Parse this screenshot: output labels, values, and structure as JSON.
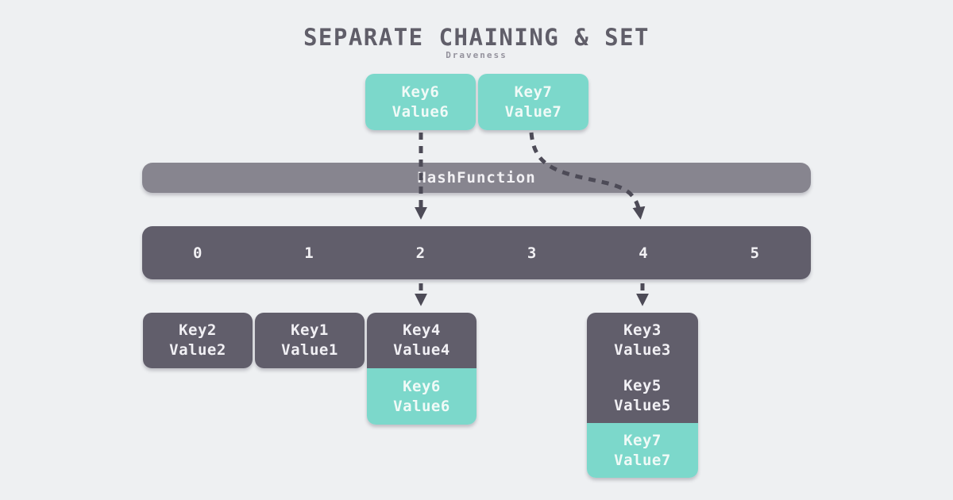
{
  "title": "SEPARATE CHAINING & SET",
  "subtitle": "Draveness",
  "colors": {
    "background": "#EEF0F2",
    "teal_box": "#7CD8CB",
    "dark_box": "#615E6B",
    "hash_bar": "#87858F",
    "arrow": "#4D4B57",
    "title_text": "#605E69",
    "light_text": "#F1F0F4"
  },
  "incoming_keys": [
    {
      "key": "Key6",
      "value": "Value6"
    },
    {
      "key": "Key7",
      "value": "Value7"
    }
  ],
  "hash_function_label": "HashFunction",
  "buckets": [
    "0",
    "1",
    "2",
    "3",
    "4",
    "5"
  ],
  "chains": [
    {
      "bucket": "0",
      "entries": [
        {
          "key": "Key2",
          "value": "Value2"
        }
      ]
    },
    {
      "bucket": "1",
      "entries": [
        {
          "key": "Key1",
          "value": "Value1"
        }
      ]
    },
    {
      "bucket": "2",
      "entries": [
        {
          "key": "Key4",
          "value": "Value4"
        },
        {
          "key": "Key6",
          "value": "Value6"
        }
      ]
    },
    {
      "bucket": "4",
      "entries": [
        {
          "key": "Key3",
          "value": "Value3"
        },
        {
          "key": "Key5",
          "value": "Value5"
        },
        {
          "key": "Key7",
          "value": "Value7"
        }
      ]
    }
  ]
}
